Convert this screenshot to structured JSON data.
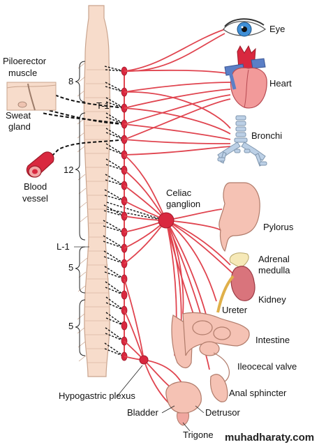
{
  "labels": {
    "eye": "Eye",
    "heart": "Heart",
    "bronchi": "Bronchi",
    "celiac_1": "Celiac",
    "celiac_2": "ganglion",
    "pylorus": "Pylorus",
    "adrenal_1": "Adrenal",
    "adrenal_2": "medulla",
    "kidney": "Kidney",
    "ureter": "Ureter",
    "intestine": "Intestine",
    "ileocecal": "Ileocecal valve",
    "anal": "Anal sphincter",
    "detrusor": "Detrusor",
    "bladder": "Bladder",
    "trigone": "Trigone",
    "hypogastric": "Hypogastric plexus",
    "pilo_1": "Piloerector",
    "pilo_2": "muscle",
    "sweat_1": "Sweat",
    "sweat_2": "gland",
    "blood_1": "Blood",
    "blood_2": "vessel",
    "spine_t1": "T-1",
    "spine_l1": "L-1",
    "num_8": "8",
    "num_12": "12",
    "num_5a": "5",
    "num_5b": "5"
  },
  "watermark": "muhadharaty.com",
  "colors": {
    "nerve": "#e0444f",
    "cord": "#f7dccb",
    "cord_stroke": "#c9a48e",
    "ganglion": "#d9283f",
    "organ_pink": "#f5c2b4",
    "bronchi": "#bcd0e6"
  }
}
